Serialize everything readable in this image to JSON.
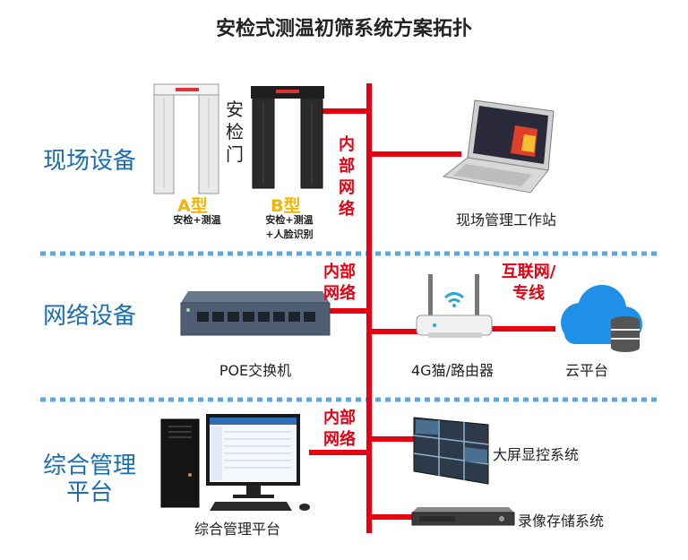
{
  "title": "安检式测温初筛系统方案拓扑",
  "colors": {
    "accent_red": "#e60012",
    "section_blue": "#1a6db3",
    "type_yellow": "#f5b400",
    "divider": "#5aa9e0"
  },
  "sections": {
    "field": "现场设备",
    "network": "网络设备",
    "platform_line1": "综合管理",
    "platform_line2": "平台"
  },
  "gate": {
    "label": "安检门",
    "type_a": "A型",
    "type_a_desc": "安检+测温",
    "type_b": "B型",
    "type_b_desc1": "安检+测温",
    "type_b_desc2": "+人脸识别"
  },
  "network_labels": {
    "lan1": "内部网络",
    "lan2": "内部网络",
    "lan3": "内部网络",
    "internet_line1": "互联网/",
    "internet_line2": "专线"
  },
  "devices": {
    "workstation": "现场管理工作站",
    "poe_switch": "POE交换机",
    "router": "4G猫/路由器",
    "cloud": "云平台",
    "platform": "综合管理平台",
    "video_wall": "大屏显控系统",
    "nvr": "录像存储系统"
  },
  "icons": [
    "security-gate-icon",
    "laptop-icon",
    "switch-icon",
    "router-icon",
    "cloud-icon",
    "server-tower-icon",
    "monitor-icon",
    "video-wall-icon",
    "nvr-icon"
  ]
}
